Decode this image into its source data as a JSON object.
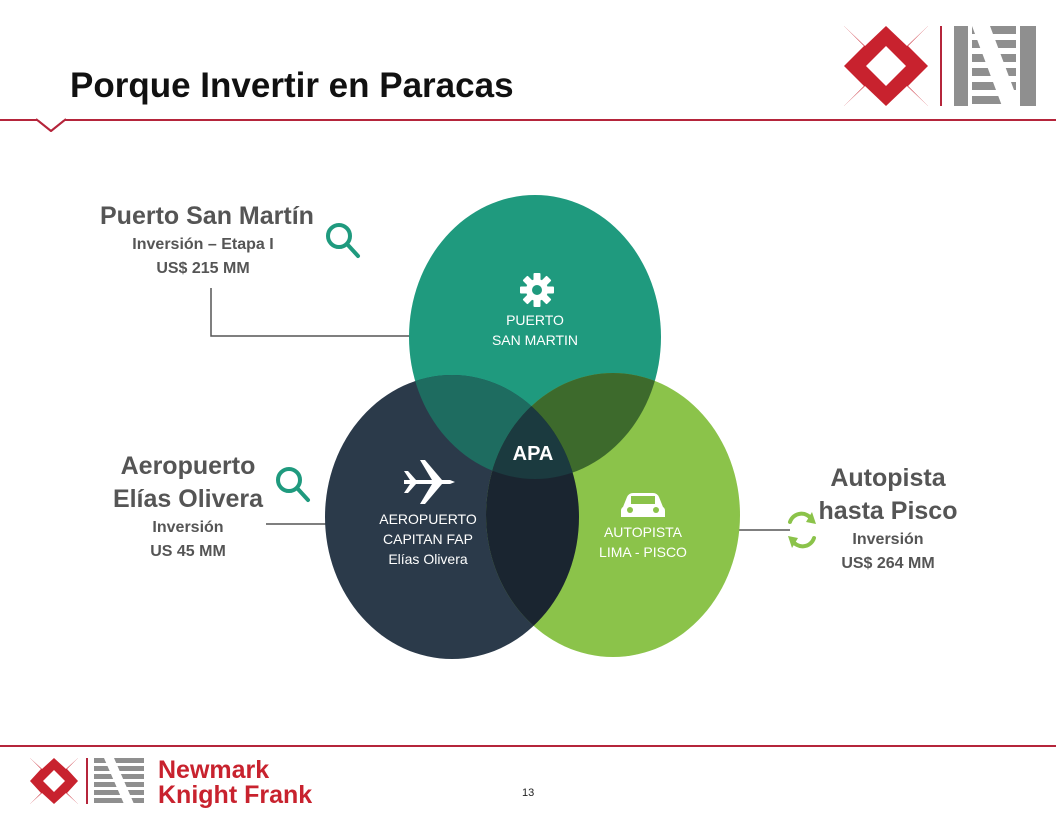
{
  "slide": {
    "title": "Porque Invertir en Paracas",
    "page_number": "13"
  },
  "brand": {
    "line1": "Newmark",
    "line2": "Knight Frank",
    "red": "#c8222e",
    "grey": "#8f8f8f"
  },
  "colors": {
    "teal": "#1f9a7e",
    "navy": "#2b3a4a",
    "green": "#8bc34a",
    "rule": "#b5253b"
  },
  "circles": {
    "puerto": {
      "line1": "PUERTO",
      "line2": "SAN MARTIN",
      "icon": "gear-icon"
    },
    "aeropuerto": {
      "line1": "AEROPUERTO",
      "line2": "CAPITAN FAP",
      "line3": "Elías Olivera",
      "icon": "airplane-icon"
    },
    "autopista": {
      "line1": "AUTOPISTA",
      "line2": "LIMA - PISCO",
      "icon": "car-icon"
    },
    "center": "APA"
  },
  "callouts": {
    "puerto_san_martin": {
      "title": "Puerto San Martín",
      "line1": "Inversión – Etapa I",
      "line2": "US$ 215 MM",
      "icon": "search-icon"
    },
    "aeropuerto": {
      "title_line1": "Aeropuerto",
      "title_line2": "Elías Olivera",
      "line1": "Inversión",
      "line2": "US 45 MM",
      "icon": "search-icon"
    },
    "autopista": {
      "title_line1": "Autopista",
      "title_line2": "hasta Pisco",
      "line1": "Inversión",
      "line2": "US$ 264 MM",
      "icon": "refresh-icon"
    }
  }
}
